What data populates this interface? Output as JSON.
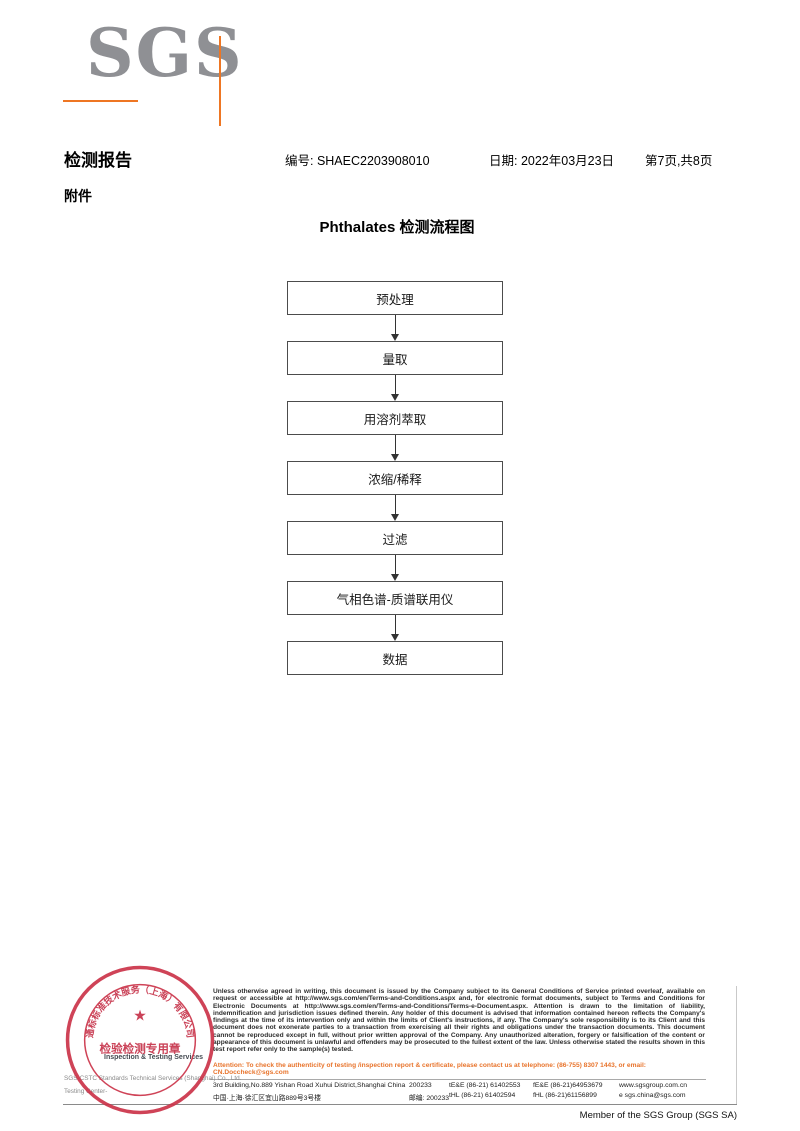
{
  "header": {
    "logo_text": "SGS",
    "report_title": "检测报告",
    "report_no": "编号: SHAEC2203908010",
    "date": "日期: 2022年03月23日",
    "page_info": "第7页,共8页",
    "attachment_label": "附件"
  },
  "flowchart": {
    "title": "Phthalates 检测流程图",
    "steps": [
      "预处理",
      "量取",
      "用溶剂萃取",
      "浓缩/稀释",
      "过滤",
      "气相色谱-质谱联用仪",
      "数据"
    ]
  },
  "footer": {
    "disclaimer": "Unless otherwise agreed in writing, this document is issued by the Company subject to its General Conditions of Service printed overleaf, available on request or accessible at http://www.sgs.com/en/Terms-and-Conditions.aspx and, for electronic format documents, subject to Terms and Conditions for Electronic Documents at http://www.sgs.com/en/Terms-and-Conditions/Terms-e-Document.aspx. Attention is drawn to the limitation of liability, indemnification and jurisdiction issues defined therein. Any holder of this document is advised that information contained hereon reflects the Company's findings at the time of its intervention only and within the limits of Client's instructions, if any. The Company's sole responsibility is to its Client and this document does not exonerate parties to a transaction from exercising all their rights and obligations under the transaction documents. This document cannot be reproduced except in full, without prior written approval of the Company. Any unauthorized alteration, forgery or falsification of the content or appearance of this document is unlawful and offenders may be prosecuted to the fullest extent of the law. Unless otherwise stated the results shown in this test report refer only to the sample(s) tested.",
    "attention": "Attention: To check the authenticity of testing /inspection report & certificate, please contact us at telephone: (86-755) 8307 1443, or email: CN.Doccheck@sgs.com",
    "stamp": {
      "company_arc": "通标标准技术服务（上海）有限公司",
      "star": "★",
      "seal_title": "检验检测专用章"
    },
    "company": {
      "name_en": "SGS-CSTC Standards Technical Services (Shanghai) Co., Ltd.",
      "division": "Inspection & Testing Services",
      "sub": "Testing Center-"
    },
    "address": {
      "line1_address": "3rd Building,No.889 Yishan Road Xuhui District,Shanghai China",
      "line1_postcode": "200233",
      "line1_tel": "tE&E (86-21) 61402553",
      "line1_fax": "fE&E (86-21)64953679",
      "line1_web": "www.sgsgroup.com.cn",
      "line2_address": "中国·上海·徐汇区宜山路889号3号楼",
      "line2_postcode": "邮编: 200233",
      "line2_tel": "tHL (86-21) 61402594",
      "line2_fax": "fHL (86-21)61156899",
      "line2_email": "e sgs.china@sgs.com"
    },
    "member_line": "Member of the SGS Group (SGS SA)"
  },
  "colors": {
    "accent_orange": "#ee7623",
    "stamp_red": "#cb3449",
    "logo_gray": "#8f9094"
  }
}
